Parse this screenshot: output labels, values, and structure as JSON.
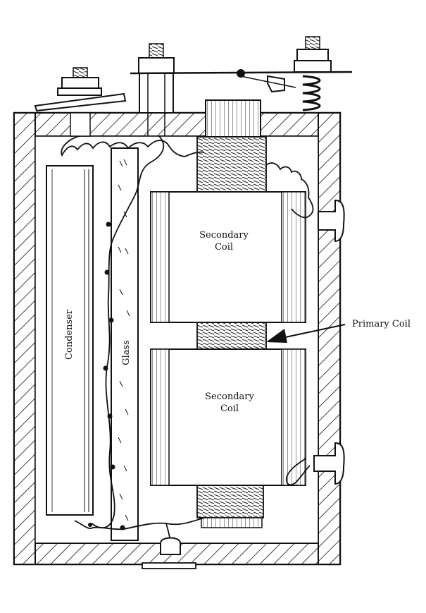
{
  "labels": {
    "secondary_top_1": "Secondary",
    "secondary_top_2": "Coil",
    "secondary_bottom_1": "Secondary",
    "secondary_bottom_2": "Coil",
    "primary": "Primary Coil",
    "condenser": "Condenser",
    "glass": "Glass"
  },
  "colors": {
    "ink": "#111111",
    "paper": "#ffffff"
  }
}
